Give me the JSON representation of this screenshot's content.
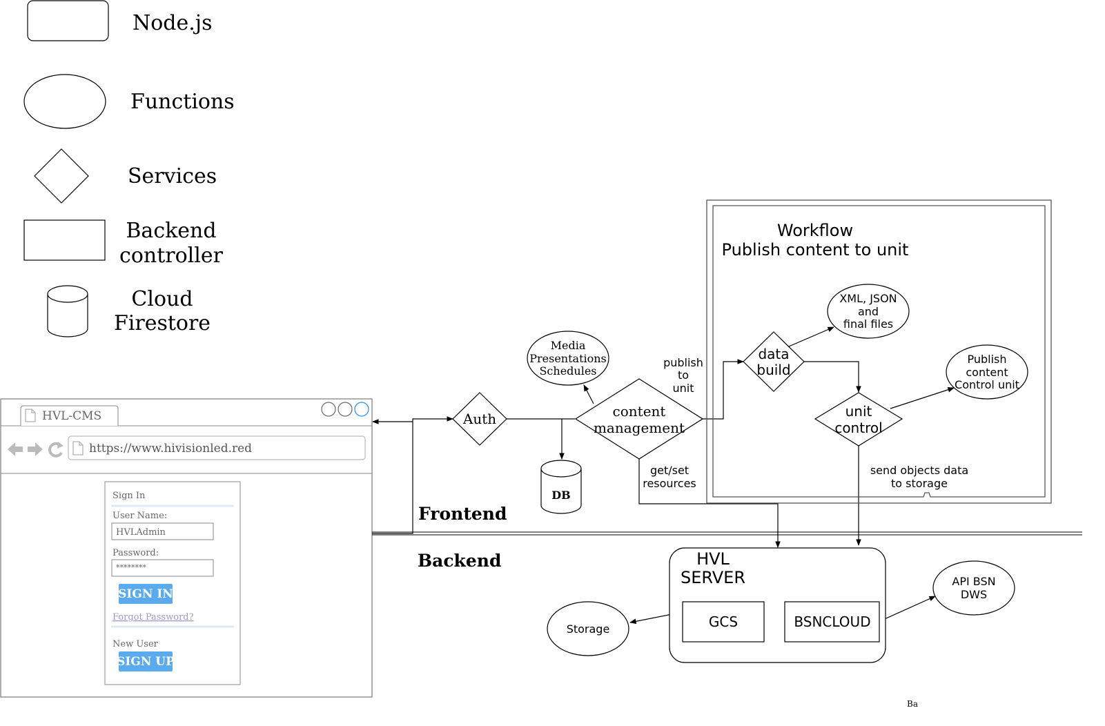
{
  "legend": {
    "nodejs": "Node.js",
    "functions": "Functions",
    "services": "Services",
    "backend_controller": [
      "Backend",
      "controller"
    ],
    "cloud_firestore": [
      "Cloud",
      "Firestore"
    ]
  },
  "browser": {
    "tab_title": "HVL-CMS",
    "url": "https://www.hivisionled.red",
    "signin": {
      "title": "Sign In",
      "username_label": "User Name:",
      "username_value": "HVLAdmin",
      "password_label": "Password:",
      "password_value": "********",
      "signin_button": "SIGN IN",
      "forgot_link": "Forgot Password?",
      "new_user_label": "New User",
      "signup_button": "SIGN UP"
    }
  },
  "nodes": {
    "auth": "Auth",
    "media": [
      "Media",
      "Presentations",
      "Schedules"
    ],
    "content_management": [
      "content",
      "management"
    ],
    "db": "DB",
    "publish_to_unit": [
      "publish",
      "to",
      "unit"
    ],
    "get_set_resources": [
      "get/set",
      "resources"
    ],
    "workflow_title": [
      "Workflow",
      "Publish content to unit"
    ],
    "data_build": [
      "data",
      "build"
    ],
    "xml_json": [
      "XML, JSON",
      "and",
      "final files"
    ],
    "unit_control": [
      "unit",
      "control"
    ],
    "publish_content": [
      "Publish",
      "content",
      "Control unit"
    ],
    "send_objects": [
      "send objects data",
      "to storage"
    ],
    "hvl_server": [
      "HVL",
      "SERVER"
    ],
    "gcs": "GCS",
    "bsncloud": "BSNCLOUD",
    "storage": "Storage",
    "api_bsn": [
      "API BSN",
      "DWS"
    ],
    "ba": "Ba"
  },
  "sections": {
    "frontend": "Frontend",
    "backend": "Backend"
  },
  "colors": {
    "button": "#5aabee",
    "link": "#9999cc",
    "browser_border": "#7a7a7a",
    "divider": "#dde9f5"
  }
}
